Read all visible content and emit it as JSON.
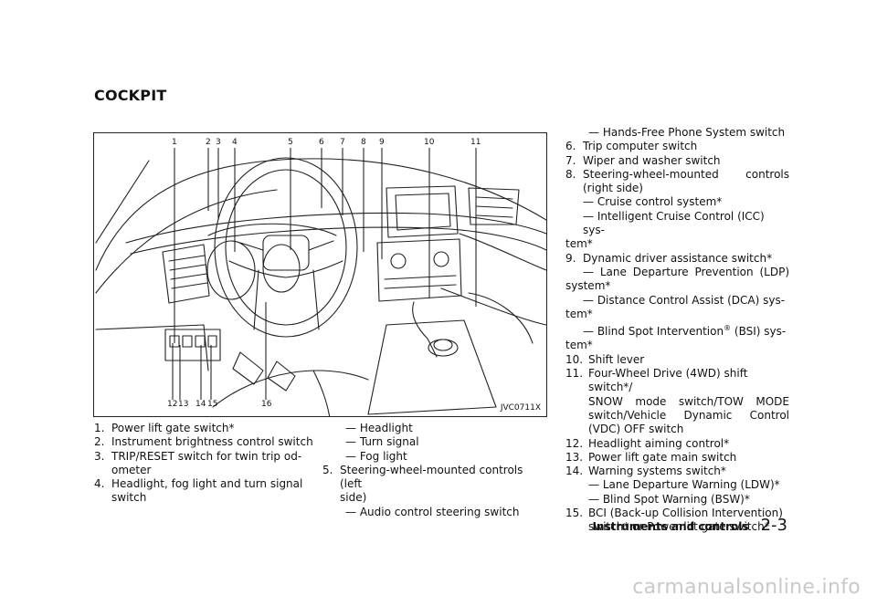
{
  "section_heading": "COCKPIT",
  "figure": {
    "code": "JVC0711X",
    "callouts_top": [
      "1",
      "2",
      "3",
      "4",
      "5",
      "6",
      "7",
      "8",
      "9",
      "10",
      "11"
    ],
    "callouts_bottom": [
      "12",
      "13",
      "14",
      "15",
      "16"
    ]
  },
  "col1": {
    "item1": {
      "num": "1.",
      "text": "Power lift gate switch*"
    },
    "item2": {
      "num": "2.",
      "text": "Instrument brightness control switch"
    },
    "item3": {
      "num": "3.",
      "line1": "TRIP/RESET switch for twin trip od-",
      "line2": "ometer"
    },
    "item4": {
      "num": "4.",
      "line1": "Headlight, fog light and turn signal",
      "line2": "switch"
    }
  },
  "col2": {
    "sub1": "— Headlight",
    "sub2": "— Turn signal",
    "sub3": "— Fog light",
    "item5": {
      "num": "5.",
      "line1": "Steering-wheel-mounted controls (left",
      "line2": "side)"
    },
    "sub4": "— Audio control steering switch"
  },
  "col3": {
    "sub_hands_free": "— Hands-Free Phone System switch",
    "item6": {
      "num": "6.",
      "text": "Trip computer switch"
    },
    "item7": {
      "num": "7.",
      "text": "Wiper and washer switch"
    },
    "item8": {
      "num": "8.",
      "line1": "Steering-wheel-mounted controls",
      "line2": "(right side)"
    },
    "sub_cruise": "— Cruise control system*",
    "sub_icc_1": "— Intelligent Cruise Control (ICC) sys-",
    "sub_icc_2": "tem*",
    "item9": {
      "num": "9.",
      "text": "Dynamic driver assistance switch*"
    },
    "sub_ldp_1": "— Lane Departure Prevention (LDP)",
    "sub_ldp_2": "system*",
    "sub_dca_1": "— Distance Control Assist (DCA) sys-",
    "sub_dca_2": "tem*",
    "sub_bsi_1a": "— Blind Spot Intervention",
    "sub_bsi_reg": "®",
    "sub_bsi_1b": " (BSI) sys-",
    "sub_bsi_2": "tem*",
    "item10": {
      "num": "10.",
      "text": "Shift lever"
    },
    "item11": {
      "num": "11.",
      "line1": "Four-Wheel Drive (4WD) shift switch*/",
      "line2": "SNOW mode switch/TOW MODE",
      "line3": "switch/Vehicle Dynamic Control",
      "line4": "(VDC) OFF switch"
    },
    "item12": {
      "num": "12.",
      "text": "Headlight aiming control*"
    },
    "item13": {
      "num": "13.",
      "text": "Power lift gate main switch"
    },
    "item14": {
      "num": "14.",
      "text": "Warning systems switch*"
    },
    "sub_ldw": "— Lane Departure Warning (LDW)*",
    "sub_bsw": "— Blind Spot Warning (BSW)*",
    "item15": {
      "num": "15.",
      "line1": "BCI (Back-up Collision Intervention)",
      "line2": "switch* or Power lift gate switch*"
    }
  },
  "footer": {
    "section": "Instruments and controls",
    "page": "2-3"
  },
  "watermark": "carmanualsonline.info"
}
